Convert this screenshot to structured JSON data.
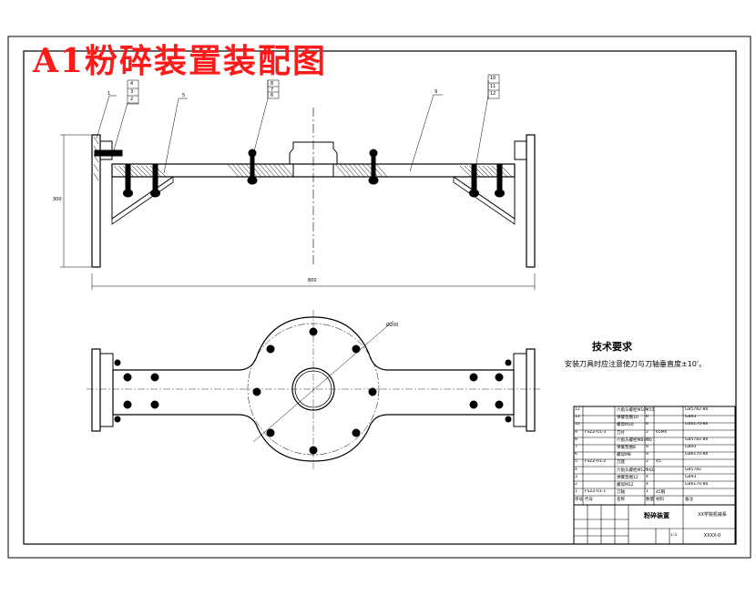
{
  "title_overlay": "A1粉碎装置装配图",
  "tech_requirements": {
    "heading": "技术要求",
    "line1": "安装刀具时应注意使刀与刀轴垂直度±10'。"
  },
  "callouts": [
    "1",
    "4",
    "3",
    "2",
    "5",
    "8",
    "7",
    "6",
    "9",
    "10",
    "11",
    "12"
  ],
  "dimensions": {
    "overall_length": "800",
    "height": "300",
    "diameter": "Ø200"
  },
  "title_block": {
    "drawing_name": "粉碎装置",
    "school": "XX学院机械系",
    "drawing_code": "XXXX-0",
    "scale": "1:5",
    "bom_rows": [
      {
        "no": "12",
        "code": "",
        "name": "六角头螺栓M10×55",
        "qty": "8",
        "material": "",
        "note": "GB5782-86"
      },
      {
        "no": "11",
        "code": "",
        "name": "弹簧垫圈10",
        "qty": "8",
        "material": "",
        "note": "GB93"
      },
      {
        "no": "10",
        "code": "",
        "name": "螺母M10",
        "qty": "8",
        "material": "",
        "note": "GB6170-86"
      },
      {
        "no": "9",
        "code": "FSZZ-01-3",
        "name": "刀片",
        "qty": "2",
        "material": "65Mn",
        "note": ""
      },
      {
        "no": "8",
        "code": "",
        "name": "六角头螺栓M8×30",
        "qty": "8",
        "material": "",
        "note": "GB5782-86"
      },
      {
        "no": "7",
        "code": "",
        "name": "弹簧垫圈8",
        "qty": "8",
        "material": "",
        "note": "GB93"
      },
      {
        "no": "6",
        "code": "",
        "name": "螺母M8",
        "qty": "8",
        "material": "",
        "note": "GB6170-86"
      },
      {
        "no": "5",
        "code": "FSZZ-01-2",
        "name": "刀座",
        "qty": "2",
        "material": "45",
        "note": ""
      },
      {
        "no": "4",
        "code": "",
        "name": "六角头螺栓M12×60",
        "qty": "4",
        "material": "",
        "note": "GB5782"
      },
      {
        "no": "3",
        "code": "",
        "name": "弹簧垫圈12",
        "qty": "4",
        "material": "",
        "note": "GB93"
      },
      {
        "no": "2",
        "code": "",
        "name": "螺母M12",
        "qty": "4",
        "material": "",
        "note": "GB6170-86"
      },
      {
        "no": "1",
        "code": "FSZZ-01-1",
        "name": "刀轴",
        "qty": "1",
        "material": "45钢",
        "note": ""
      }
    ],
    "bom_header": {
      "no": "序号",
      "code": "代号",
      "name": "名称",
      "qty": "数量",
      "material": "材料",
      "note": "备注"
    }
  }
}
